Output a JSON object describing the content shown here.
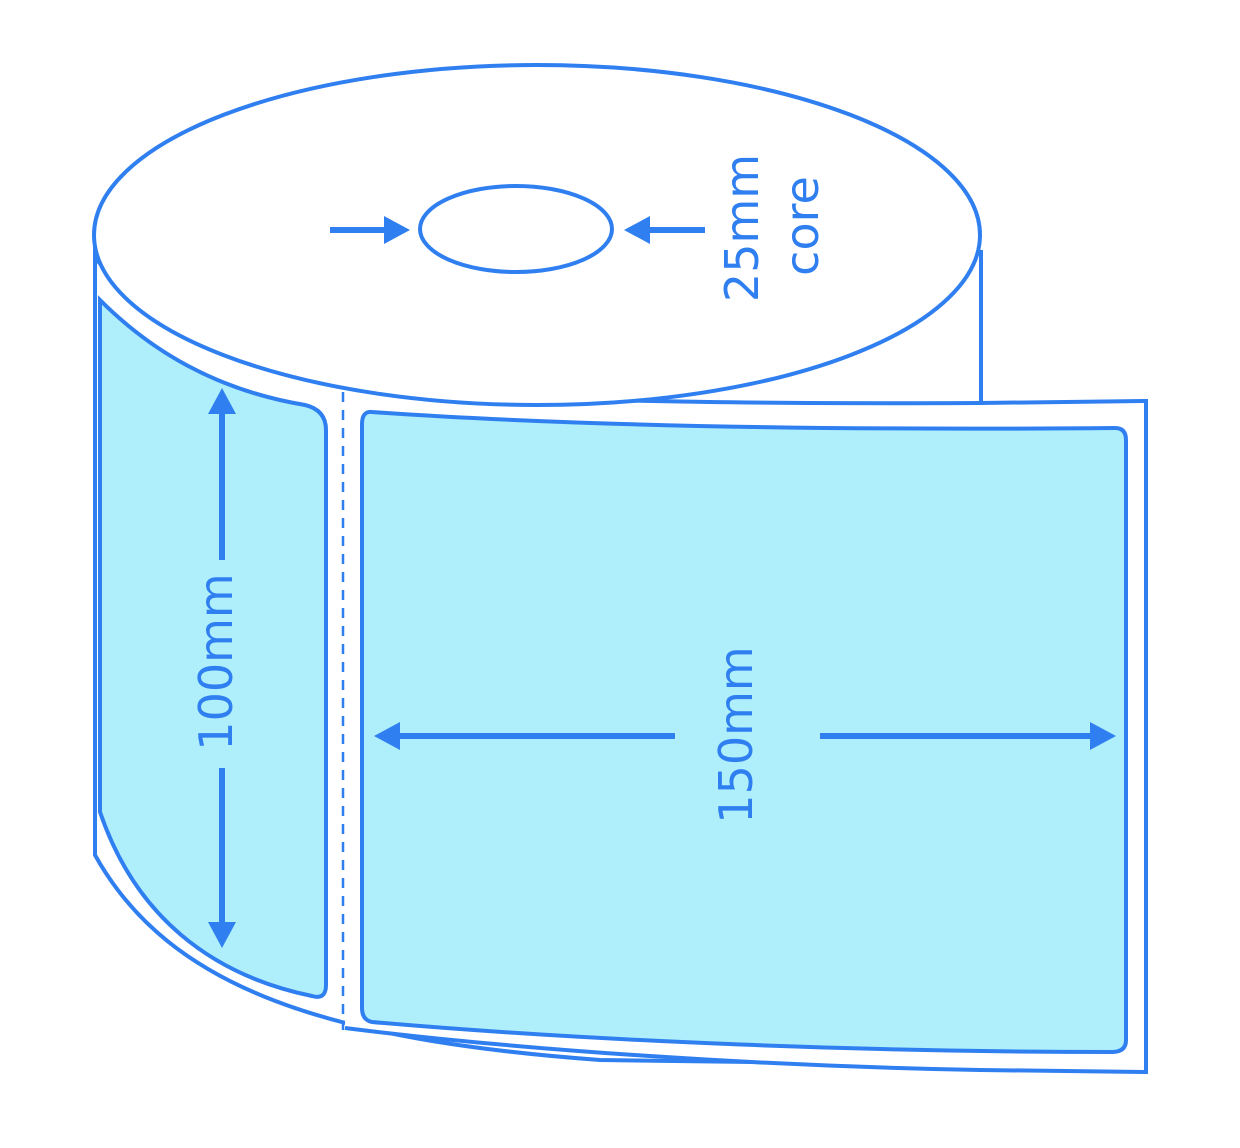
{
  "labels": {
    "core_size": "25mm",
    "core_word": "core",
    "height": "100mm",
    "width": "150mm"
  },
  "colors": {
    "outline": "#2f7ff0",
    "label_fill": "#aeeffb",
    "background": "#ffffff"
  }
}
